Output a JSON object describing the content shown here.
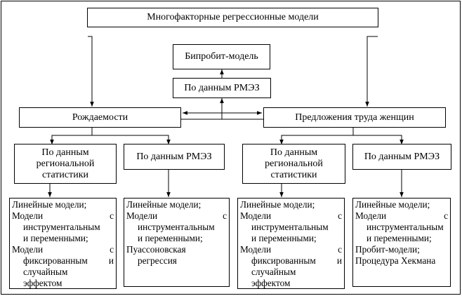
{
  "colors": {
    "stroke": "#000000",
    "background": "#ffffff"
  },
  "top": "Многофакторные регрессионные модели",
  "biprobit": "Бипробит-модель",
  "rmez_center": "По данным РМЭЗ",
  "fertility": "Рождаемости",
  "labor": "Предложения труда  женщин",
  "regional": [
    "По данным",
    "региональной",
    "статистики"
  ],
  "rmez": "По данным РМЭЗ",
  "col1": [
    "Линейные модели;",
    "Модели с",
    "инструментальным",
    "и переменными;",
    "Модели с",
    "фиксированным и",
    "случайным",
    "эффектом"
  ],
  "col2": [
    "Линейные модели;",
    "Модели с",
    "инструментальным",
    "и переменными;",
    "Пуассоновская",
    "регрессия"
  ],
  "col3": [
    "Линейные модели;",
    "Модели с",
    "инструментальным",
    "и переменными;",
    "Модели с",
    "фиксированным и",
    "случайным",
    "эффектом"
  ],
  "col4": [
    "Линейные модели;",
    "Модели с",
    "инструментальным",
    "и переменными;",
    "Пробит-модели;",
    "Процедура Хекмана"
  ]
}
